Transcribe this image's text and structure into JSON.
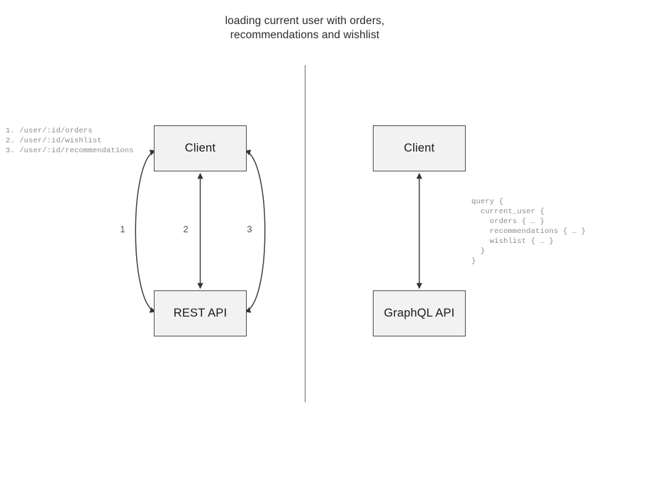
{
  "title": {
    "text": "loading current user with orders,\nrecommendations and wishlist"
  },
  "divider": {
    "orientation": "vertical",
    "color": "#8c8c8c"
  },
  "rest_side": {
    "client_node_label": "Client",
    "api_node_label": "REST API",
    "edges": [
      {
        "label": "1",
        "endpoint": "/user/:id/orders",
        "shape": "curve-left",
        "arrows": "both"
      },
      {
        "label": "2",
        "endpoint": "/user/:id/wishlist",
        "shape": "straight",
        "arrows": "both"
      },
      {
        "label": "3",
        "endpoint": "/user/:id/recommendations",
        "shape": "curve-right",
        "arrows": "both"
      }
    ],
    "endpoint_legend": "1. /user/:id/orders\n2. /user/:id/wishlist\n3. /user/:id/recommendations"
  },
  "graphql_side": {
    "client_node_label": "Client",
    "api_node_label": "GraphQL API",
    "edges": [
      {
        "label": "",
        "shape": "straight",
        "arrows": "both"
      }
    ],
    "query_block": "query {\n  current_user {\n    orders { … }\n    recommendations { … }\n    wishlist { … }\n  }\n}"
  },
  "colors": {
    "node_fill": "#f2f2f2",
    "node_stroke": "#4d4d4d",
    "edge_stroke": "#404040",
    "annotation_text": "#8c8c8c",
    "title_text": "#2b2b2b",
    "background": "#ffffff"
  }
}
